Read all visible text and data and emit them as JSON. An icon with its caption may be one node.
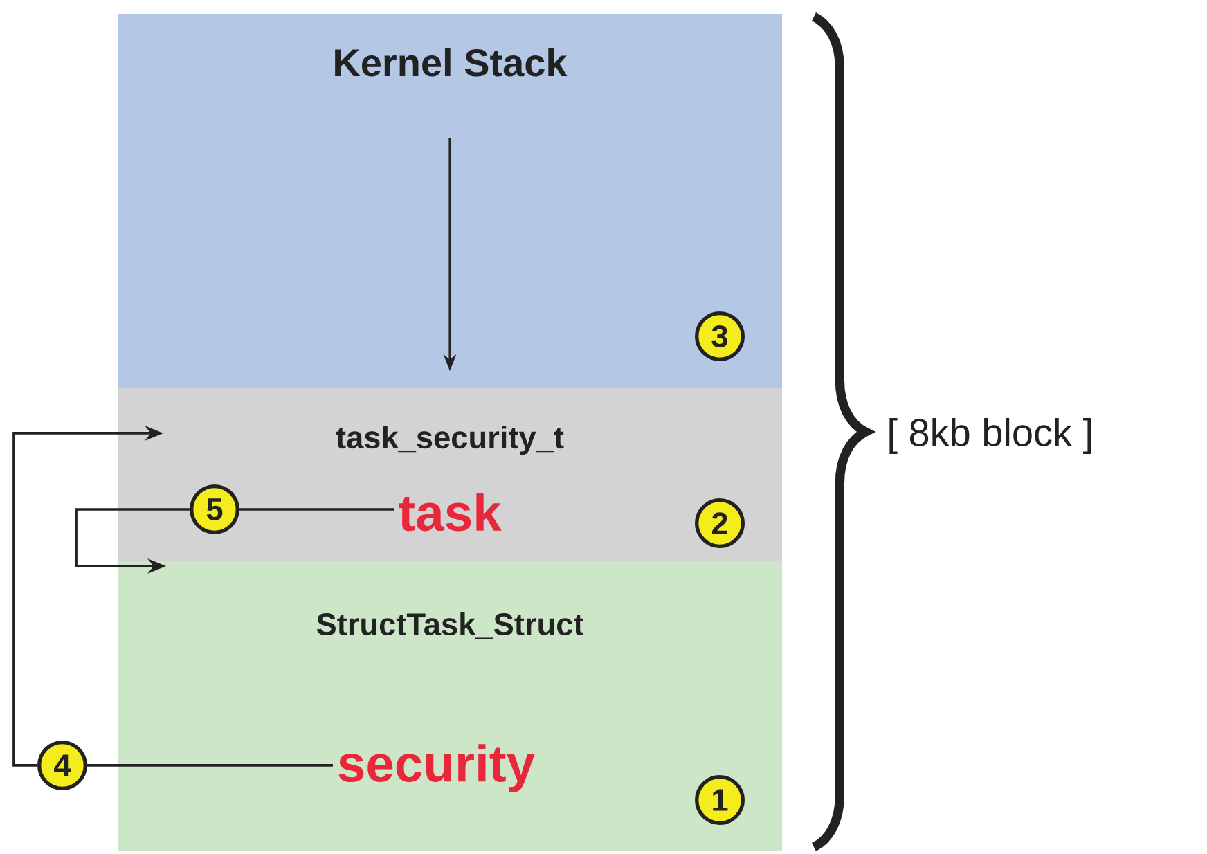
{
  "diagram": {
    "nodes": [
      {
        "text": [
          "Kernel Stack"
        ]
      },
      {
        "text": [
          "3"
        ],
        "in": 0
      },
      {
        "text": [
          "task_security_t"
        ]
      },
      {
        "text": [
          "5"
        ],
        "in": 2
      },
      {
        "text": [
          "task"
        ],
        "in": 2
      },
      {
        "text": [
          "2"
        ],
        "in": 2
      },
      {
        "text": [
          "StructTask_Struct"
        ]
      },
      {
        "text": [
          "security"
        ],
        "in": 6
      },
      {
        "text": [
          "4"
        ]
      },
      {
        "text": [
          "1"
        ],
        "in": 6
      }
    ],
    "edges": [
      {
        "from": 4,
        "to": 3,
        "arrow": "none"
      },
      {
        "from": 3,
        "to": 6,
        "arrow": "to"
      },
      {
        "from": 7,
        "to": 8,
        "arrow": "none"
      },
      {
        "from": 8,
        "to": 2,
        "arrow": "to"
      }
    ],
    "labels": [
      "[  8kb block  ]"
    ]
  }
}
